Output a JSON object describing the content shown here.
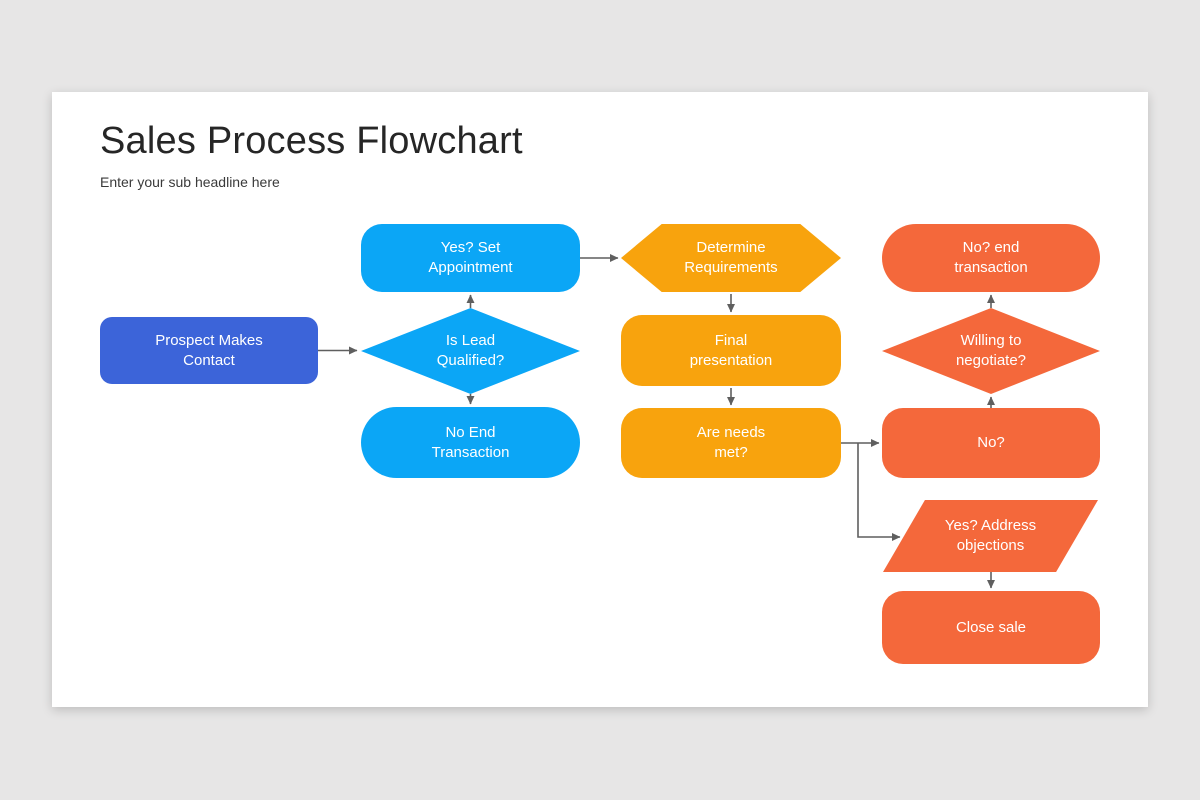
{
  "page": {
    "background_color": "#e7e6e6",
    "card_background": "#ffffff"
  },
  "slide": {
    "title": "Sales Process Flowchart",
    "subtitle": "Enter your sub headline here"
  },
  "colors": {
    "blue": "#3c64d9",
    "cyan": "#0ba6f6",
    "amber": "#f8a30d",
    "orange": "#f4683b",
    "connector": "#5f5f5f",
    "title_text": "#262626",
    "node_text": "#ffffff"
  },
  "flowchart": {
    "nodes": [
      {
        "id": "prospect-makes-contact",
        "shape": "rounded-rectangle",
        "color": "blue",
        "label": "Prospect Makes Contact",
        "lines": [
          "Prospect Makes",
          "Contact"
        ]
      },
      {
        "id": "yes-set-appointment",
        "shape": "rounded-rectangle",
        "color": "cyan",
        "label": "Yes? Set Appointment",
        "lines": [
          "Yes? Set",
          "Appointment"
        ]
      },
      {
        "id": "is-lead-qualified",
        "shape": "diamond",
        "color": "cyan",
        "label": "Is Lead Qualified?",
        "lines": [
          "Is Lead",
          "Qualified?"
        ]
      },
      {
        "id": "no-end-transaction",
        "shape": "stadium",
        "color": "cyan",
        "label": "No End Transaction",
        "lines": [
          "No End",
          "Transaction"
        ]
      },
      {
        "id": "determine-requirements",
        "shape": "hexagon",
        "color": "amber",
        "label": "Determine Requirements",
        "lines": [
          "Determine",
          "Requirements"
        ]
      },
      {
        "id": "final-presentation",
        "shape": "rounded-rectangle",
        "color": "amber",
        "label": "Final presentation",
        "lines": [
          "Final",
          "presentation"
        ]
      },
      {
        "id": "are-needs-met",
        "shape": "rounded-rectangle",
        "color": "amber",
        "label": "Are needs met?",
        "lines": [
          "Are needs",
          "met?"
        ]
      },
      {
        "id": "no-end-transaction-2",
        "shape": "stadium",
        "color": "orange",
        "label": "No? end transaction",
        "lines": [
          "No? end",
          "transaction"
        ]
      },
      {
        "id": "willing-to-negotiate",
        "shape": "diamond",
        "color": "orange",
        "label": "Willing to negotiate?",
        "lines": [
          "Willing to",
          "negotiate?"
        ]
      },
      {
        "id": "no",
        "shape": "rounded-rectangle",
        "color": "orange",
        "label": "No?",
        "lines": [
          "No?"
        ]
      },
      {
        "id": "yes-address-objections",
        "shape": "parallelogram",
        "color": "orange",
        "label": "Yes? Address objections",
        "lines": [
          "Yes? Address",
          "objections"
        ]
      },
      {
        "id": "close-sale",
        "shape": "rounded-rectangle",
        "color": "orange",
        "label": "Close sale",
        "lines": [
          "Close sale"
        ]
      }
    ],
    "edges": [
      {
        "from": "prospect-makes-contact",
        "to": "is-lead-qualified"
      },
      {
        "from": "is-lead-qualified",
        "to": "yes-set-appointment"
      },
      {
        "from": "is-lead-qualified",
        "to": "no-end-transaction"
      },
      {
        "from": "yes-set-appointment",
        "to": "determine-requirements"
      },
      {
        "from": "determine-requirements",
        "to": "final-presentation"
      },
      {
        "from": "final-presentation",
        "to": "are-needs-met"
      },
      {
        "from": "are-needs-met",
        "to": "no"
      },
      {
        "from": "are-needs-met",
        "to": "yes-address-objections"
      },
      {
        "from": "no",
        "to": "willing-to-negotiate"
      },
      {
        "from": "willing-to-negotiate",
        "to": "no-end-transaction-2"
      },
      {
        "from": "yes-address-objections",
        "to": "close-sale"
      }
    ]
  }
}
